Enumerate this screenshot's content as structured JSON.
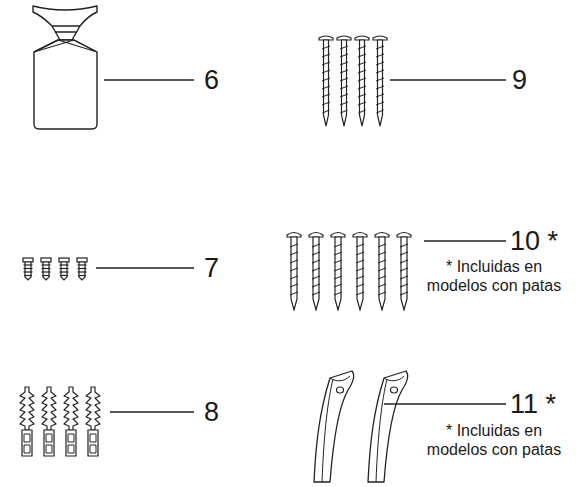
{
  "diagram": {
    "labels": [
      "6",
      "9",
      "7",
      "10 *",
      "* Incluidas en modelos con patas",
      "8",
      "11 *",
      "* Incluidas en modelos con patas"
    ]
  }
}
